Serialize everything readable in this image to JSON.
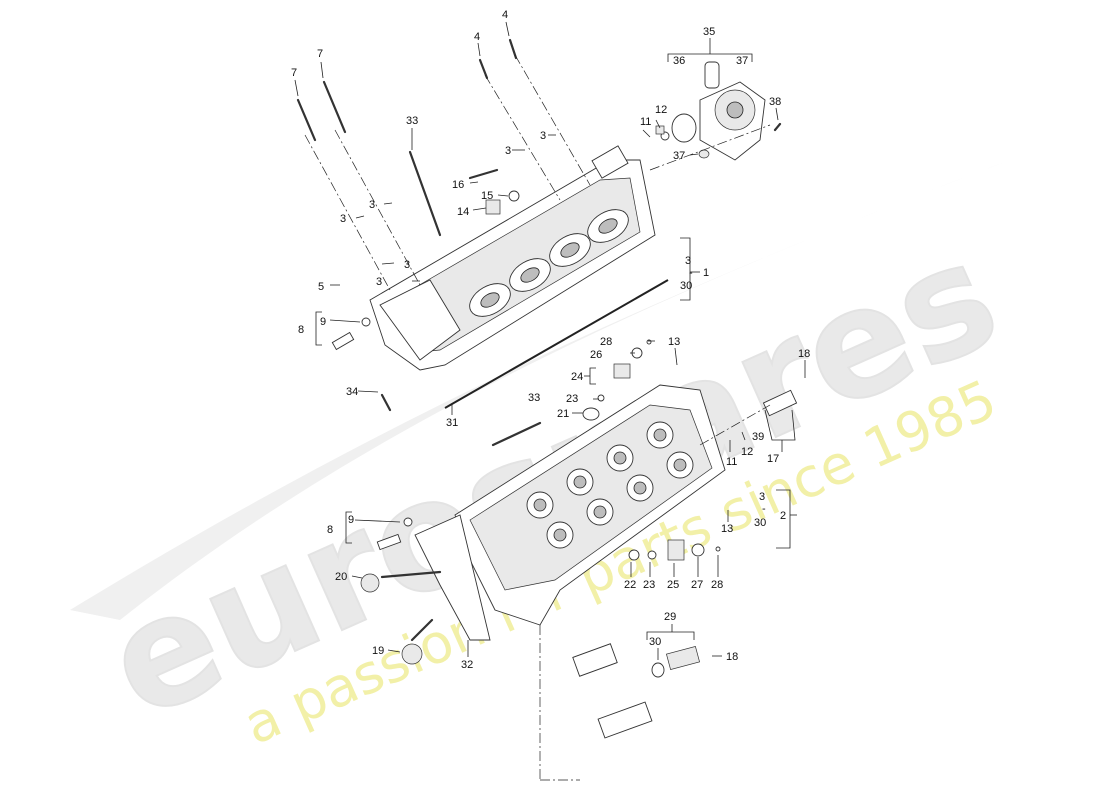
{
  "watermark": {
    "brand": "eurospares",
    "tagline": "a passion for parts since 1985"
  },
  "callouts": {
    "c7a": "7",
    "c7b": "7",
    "c4a": "4",
    "c4b": "4",
    "c35": "35",
    "c36": "36",
    "c37a": "37",
    "c38": "38",
    "c12a": "12",
    "c11a": "11",
    "c37b": "37",
    "c33a": "33",
    "c3a": "3",
    "c3b": "3",
    "c3c": "3",
    "c3d": "3",
    "c3e": "3",
    "c3f": "3",
    "c16": "16",
    "c15": "15",
    "c14": "14",
    "c5": "5",
    "c9a": "9",
    "c8a": "8",
    "c1": "1",
    "c3g": "3",
    "c30a": "30",
    "c34": "34",
    "c31": "31",
    "c28a": "28",
    "c26": "26",
    "c13a": "13",
    "c24": "24",
    "c23a": "23",
    "c21": "21",
    "c33b": "33",
    "c18a": "18",
    "c12b": "12",
    "c11b": "11",
    "c39": "39",
    "c17": "17",
    "c3h": "3",
    "c2": "2",
    "c30b": "30",
    "c13b": "13",
    "c9b": "9",
    "c8b": "8",
    "c20": "20",
    "c22": "22",
    "c23b": "23",
    "c25": "25",
    "c27": "27",
    "c28b": "28",
    "c29": "29",
    "c30c": "30",
    "c18b": "18",
    "c19": "19",
    "c32": "32",
    "dash1": "-",
    "dash2": "-"
  }
}
